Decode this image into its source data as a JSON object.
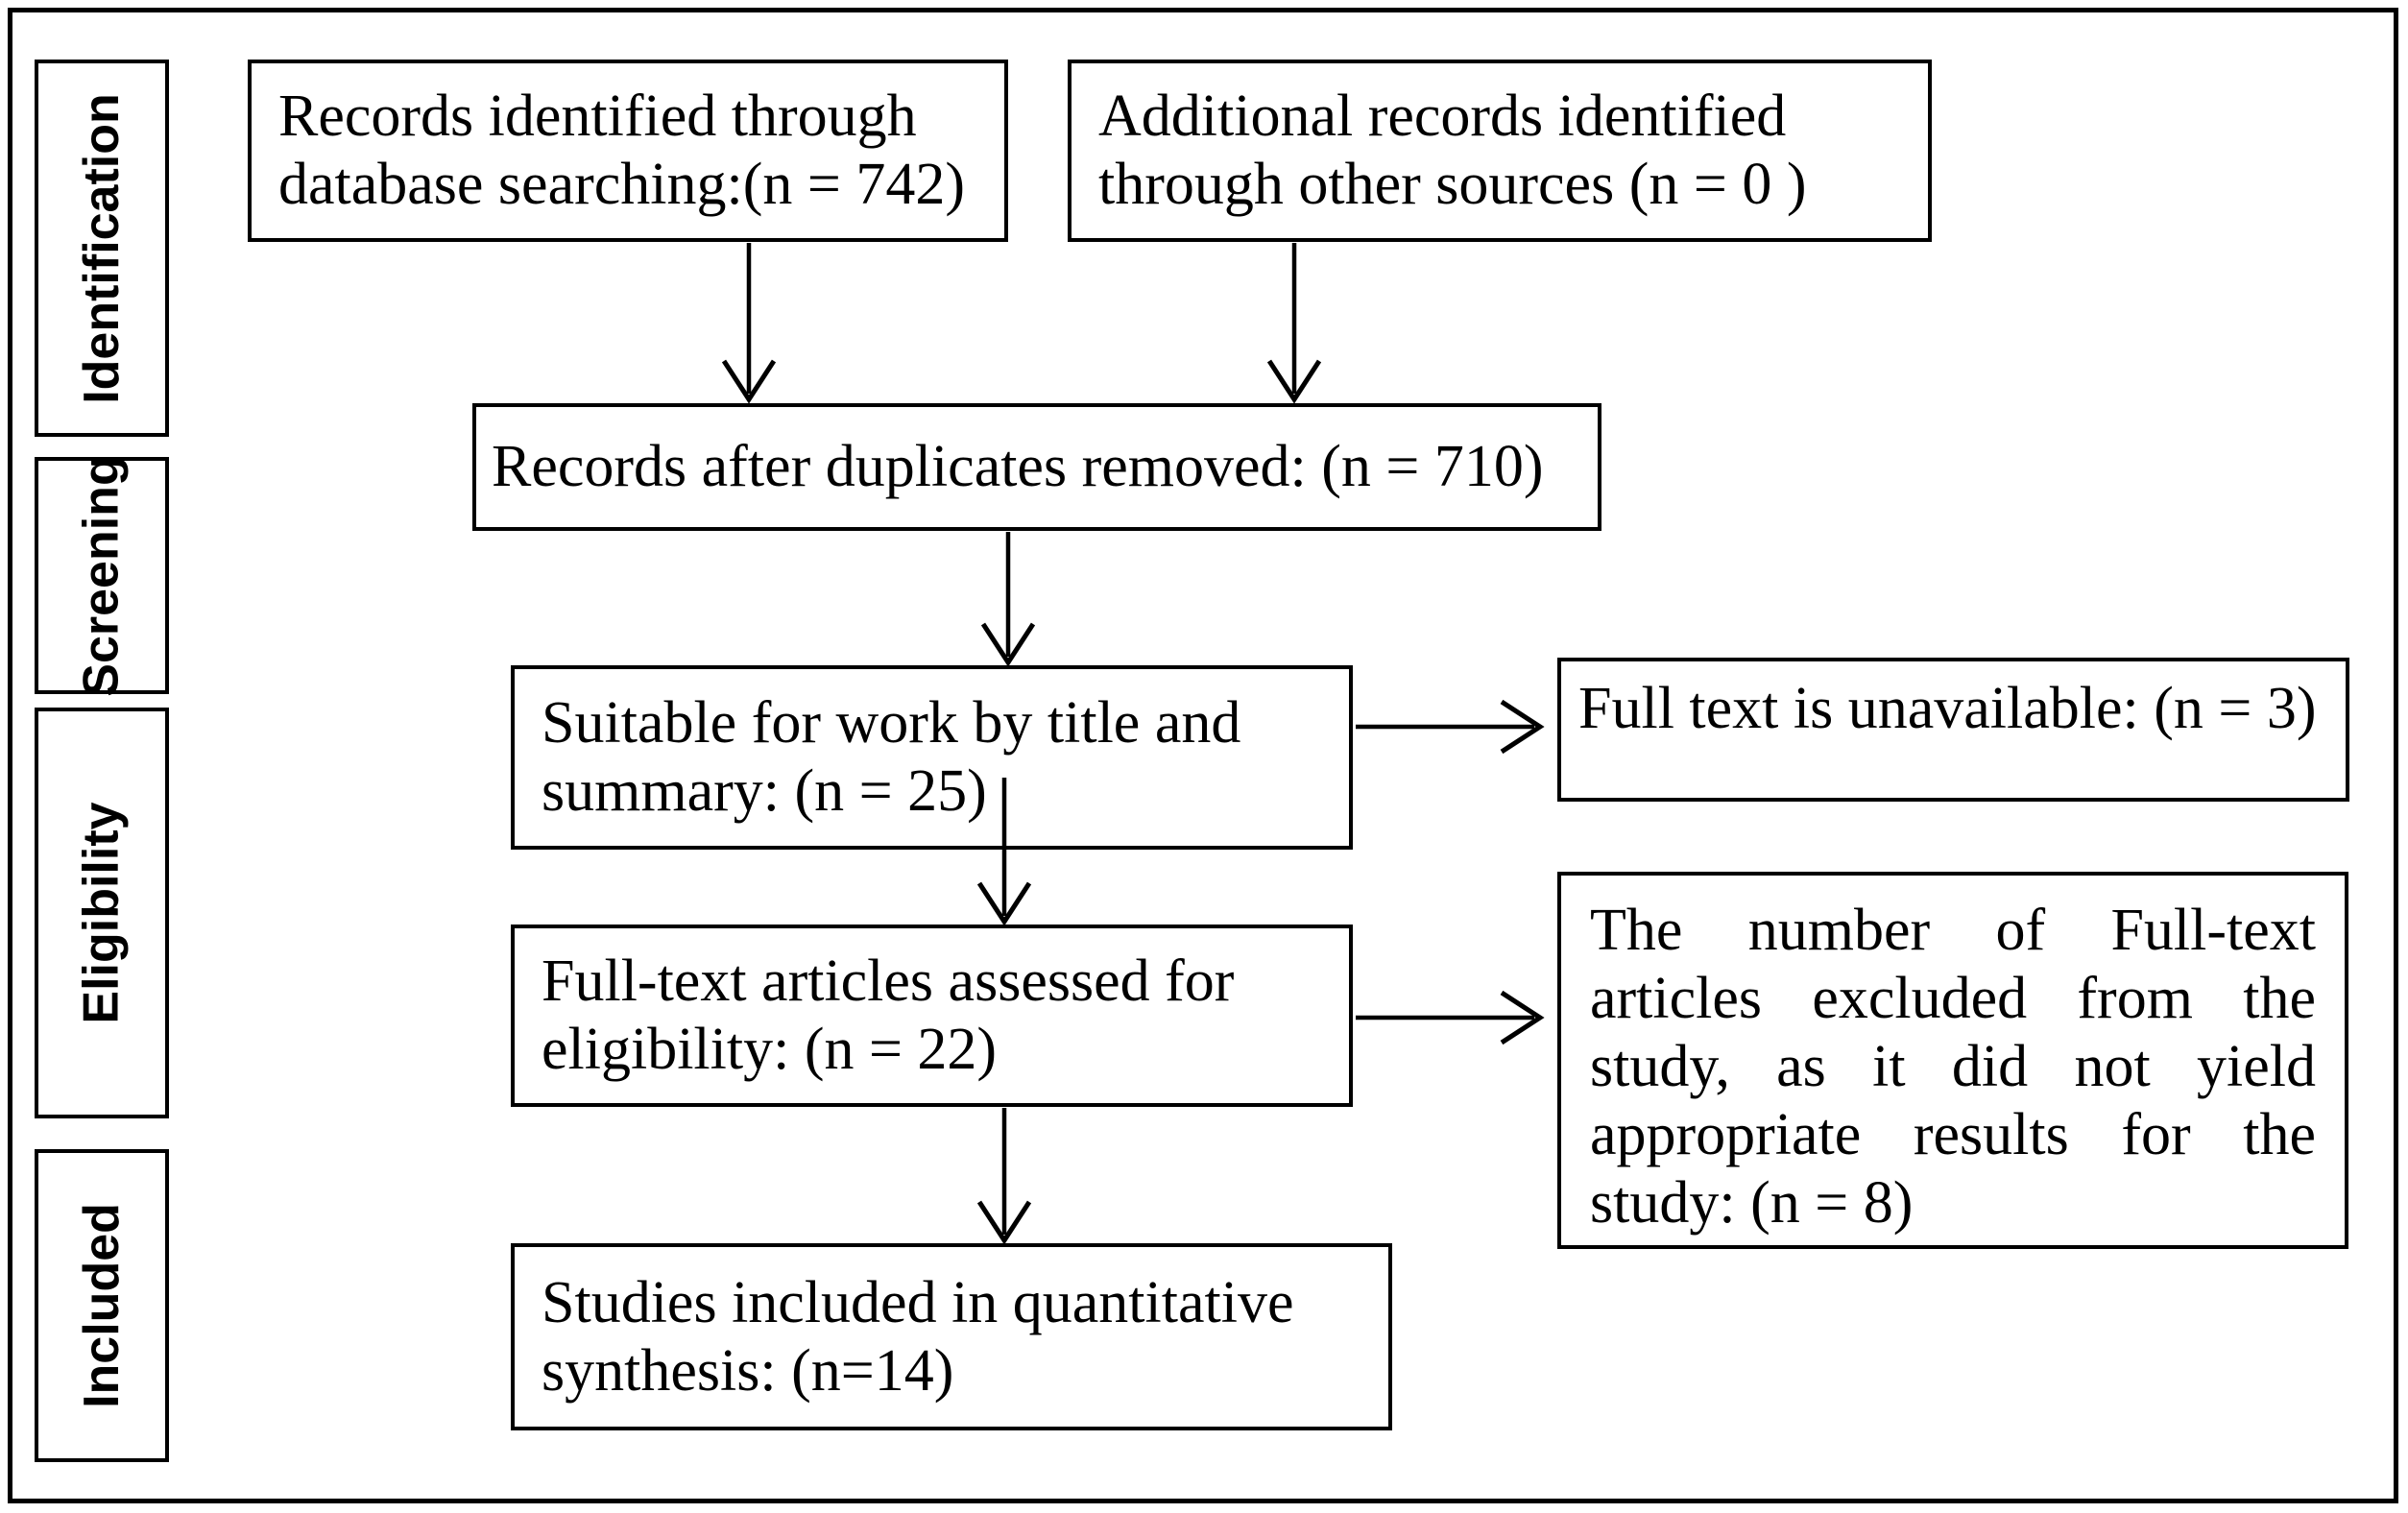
{
  "diagram_type": "prisma-flowchart",
  "colors": {
    "ink": "#000000",
    "paper": "#ffffff"
  },
  "stages": [
    {
      "id": "identification",
      "label": "Identification"
    },
    {
      "id": "screening",
      "label": "Screening"
    },
    {
      "id": "eligibility",
      "label": "Eligibility"
    },
    {
      "id": "included",
      "label": "Included"
    }
  ],
  "boxes": {
    "records_identified": {
      "lines": [
        "Records identified through",
        "database searching:(n = 742)"
      ]
    },
    "additional_records": {
      "lines": [
        "Additional records identified",
        "through other sources (n = 0 )"
      ]
    },
    "after_duplicates": {
      "lines": [
        "Records after duplicates removed: (n = 710)"
      ]
    },
    "title_summary": {
      "lines": [
        "Suitable for work by title and",
        "summary: (n = 25)"
      ]
    },
    "fulltext_unavailable": {
      "lines": [
        "Full text is unavailable: (n = 3)"
      ]
    },
    "fulltext_assessed": {
      "lines": [
        "Full-text articles assessed for",
        "eligibility: (n = 22)"
      ]
    },
    "fulltext_excluded": {
      "lines": [
        "The number of Full-text",
        "articles excluded from the",
        "study, as it did not yield",
        "appropriate results for the",
        "study: (n = 8)"
      ]
    },
    "included_synthesis": {
      "lines": [
        "Studies included in quantitative",
        "synthesis: (n=14)"
      ]
    }
  },
  "counts": {
    "identified": 742,
    "other_sources": 0,
    "after_duplicates": 710,
    "suitable_by_title_summary": 25,
    "full_text_unavailable": 3,
    "assessed_for_eligibility": 22,
    "excluded_full_text": 8,
    "included_quantitative": 14
  },
  "arrows": [
    {
      "from": "records_identified",
      "to": "after_duplicates",
      "direction": "down"
    },
    {
      "from": "additional_records",
      "to": "after_duplicates",
      "direction": "down"
    },
    {
      "from": "after_duplicates",
      "to": "title_summary",
      "direction": "down"
    },
    {
      "from": "title_summary",
      "to": "fulltext_unavailable",
      "direction": "right"
    },
    {
      "from": "title_summary",
      "to": "fulltext_assessed",
      "direction": "down"
    },
    {
      "from": "fulltext_assessed",
      "to": "fulltext_excluded",
      "direction": "right"
    },
    {
      "from": "fulltext_assessed",
      "to": "included_synthesis",
      "direction": "down"
    }
  ]
}
